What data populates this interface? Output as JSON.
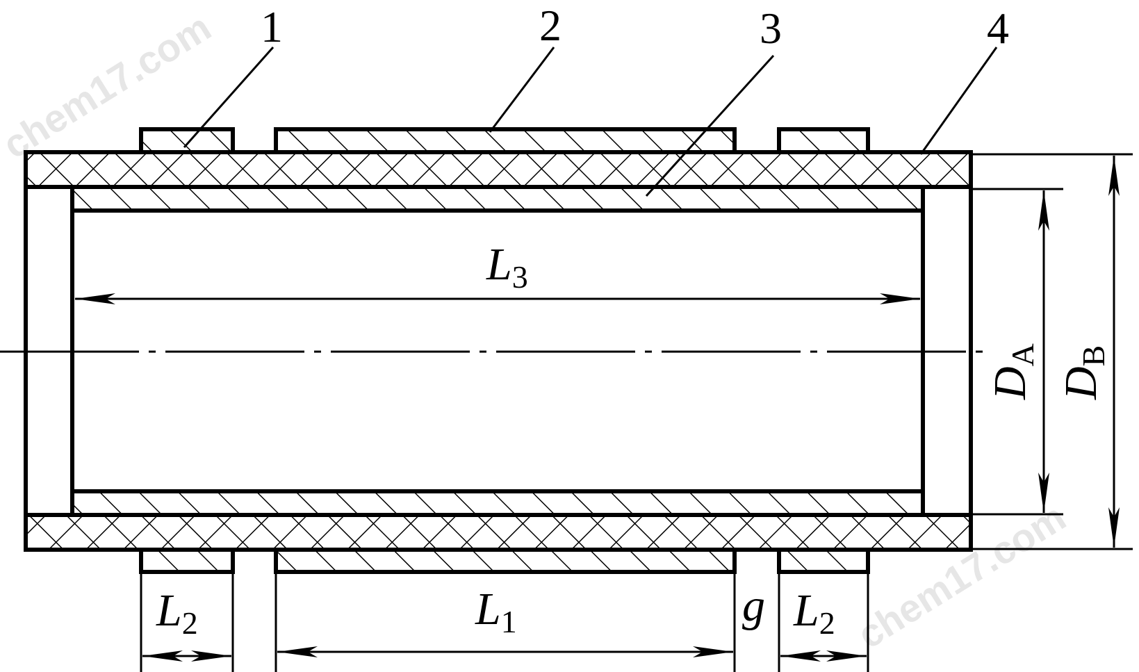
{
  "part_labels": [
    "1",
    "2",
    "3",
    "4"
  ],
  "dimensions": {
    "L1": {
      "symbol": "L",
      "sub": "1"
    },
    "L2_left": {
      "symbol": "L",
      "sub": "2"
    },
    "L2_right": {
      "symbol": "L",
      "sub": "2"
    },
    "L3": {
      "symbol": "L",
      "sub": "3"
    },
    "g": {
      "symbol": "g"
    },
    "DA": {
      "symbol": "D",
      "sub": "A"
    },
    "DB": {
      "symbol": "D",
      "sub": "B"
    }
  },
  "watermark": [
    "chem17.com",
    "chem17.com"
  ],
  "colors": {
    "line": "#000000",
    "background": "#ffffff",
    "watermark": "#e6e6e6"
  }
}
